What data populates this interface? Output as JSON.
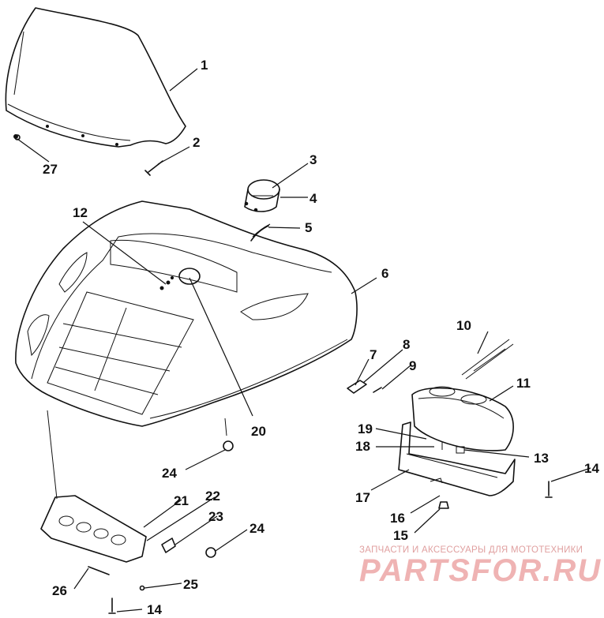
{
  "diagram": {
    "callouts": [
      {
        "id": "c1",
        "text": "1"
      },
      {
        "id": "c2",
        "text": "2"
      },
      {
        "id": "c3",
        "text": "3"
      },
      {
        "id": "c4",
        "text": "4"
      },
      {
        "id": "c5",
        "text": "5"
      },
      {
        "id": "c6",
        "text": "6"
      },
      {
        "id": "c7",
        "text": "7"
      },
      {
        "id": "c8",
        "text": "8"
      },
      {
        "id": "c9",
        "text": "9"
      },
      {
        "id": "c10",
        "text": "10"
      },
      {
        "id": "c11",
        "text": "11"
      },
      {
        "id": "c12",
        "text": "12"
      },
      {
        "id": "c13",
        "text": "13"
      },
      {
        "id": "c14a",
        "text": "14"
      },
      {
        "id": "c14b",
        "text": "14"
      },
      {
        "id": "c15",
        "text": "15"
      },
      {
        "id": "c16",
        "text": "16"
      },
      {
        "id": "c17",
        "text": "17"
      },
      {
        "id": "c18",
        "text": "18"
      },
      {
        "id": "c19",
        "text": "19"
      },
      {
        "id": "c20",
        "text": "20"
      },
      {
        "id": "c21",
        "text": "21"
      },
      {
        "id": "c22",
        "text": "22"
      },
      {
        "id": "c23",
        "text": "23"
      },
      {
        "id": "c24a",
        "text": "24"
      },
      {
        "id": "c24b",
        "text": "24"
      },
      {
        "id": "c25",
        "text": "25"
      },
      {
        "id": "c26",
        "text": "26"
      },
      {
        "id": "c27",
        "text": "27"
      }
    ]
  },
  "watermark": {
    "caption": "ЗАПЧАСТИ И АКСЕССУАРЫ ДЛЯ МОТОТЕХНИКИ",
    "logo": "PARTSFOR.RU",
    "color": "#efb3b3"
  }
}
